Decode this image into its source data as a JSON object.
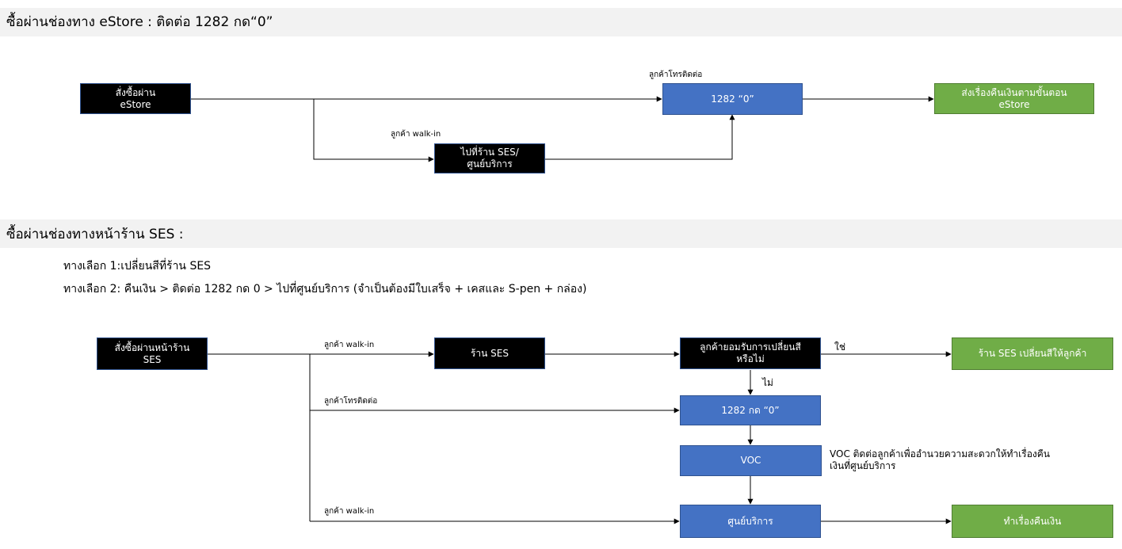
{
  "section1": {
    "title": "ซื้อผ่านช่องทาง eStore : ติดต่อ 1282 กด“0”",
    "boxes": {
      "order_estore": "สั่งซื้อผ่าน\neStore",
      "call_1282": "1282 “0”",
      "refund_estore": "ส่งเรื่องคืนเงินตามขั้นตอน\neStore",
      "go_store": "ไปที่ร้าน SES/\nศูนย์บริการ"
    },
    "labels": {
      "customer_call": "ลูกค้าโทรติดต่อ",
      "customer_walkin": "ลูกค้า walk-in"
    }
  },
  "section2": {
    "title": "ซื้อผ่านช่องทางหน้าร้าน SES :",
    "option1": "ทางเลือก 1:เปลี่ยนสีที่ร้าน SES",
    "option2": "ทางเลือก 2: คืนเงิน > ติดต่อ 1282 กด 0 > ไปที่ศูนย์บริการ (จำเป็นต้องมีใบเสร็จ + เคสและ S-pen + กล่อง)",
    "boxes": {
      "order_store": "สั่งซื้อผ่านหน้าร้าน\nSES",
      "ses_store": "ร้าน SES",
      "accept_color": "ลูกค้ายอมรับการเปลี่ยนสี\nหรือไม่",
      "ses_change": "ร้าน SES เปลี่ยนสีให้ลูกค้า",
      "call_1282": "1282 กด “0”",
      "voc": "VOC",
      "service_center": "ศูนย์บริการ",
      "do_refund": "ทำเรื่องคืนเงิน"
    },
    "labels": {
      "walkin_1": "ลูกค้า walk-in",
      "customer_call": "ลูกค้าโทรติดต่อ",
      "walkin_2": "ลูกค้า walk-in",
      "yes": "ใช่",
      "no": "ไม่",
      "voc_note": "VOC ติดต่อลูกค้าเพื่ออำนวยความสะดวกให้ทำเรื่องคืน\nเงินที่ศูนย์บริการ"
    }
  }
}
